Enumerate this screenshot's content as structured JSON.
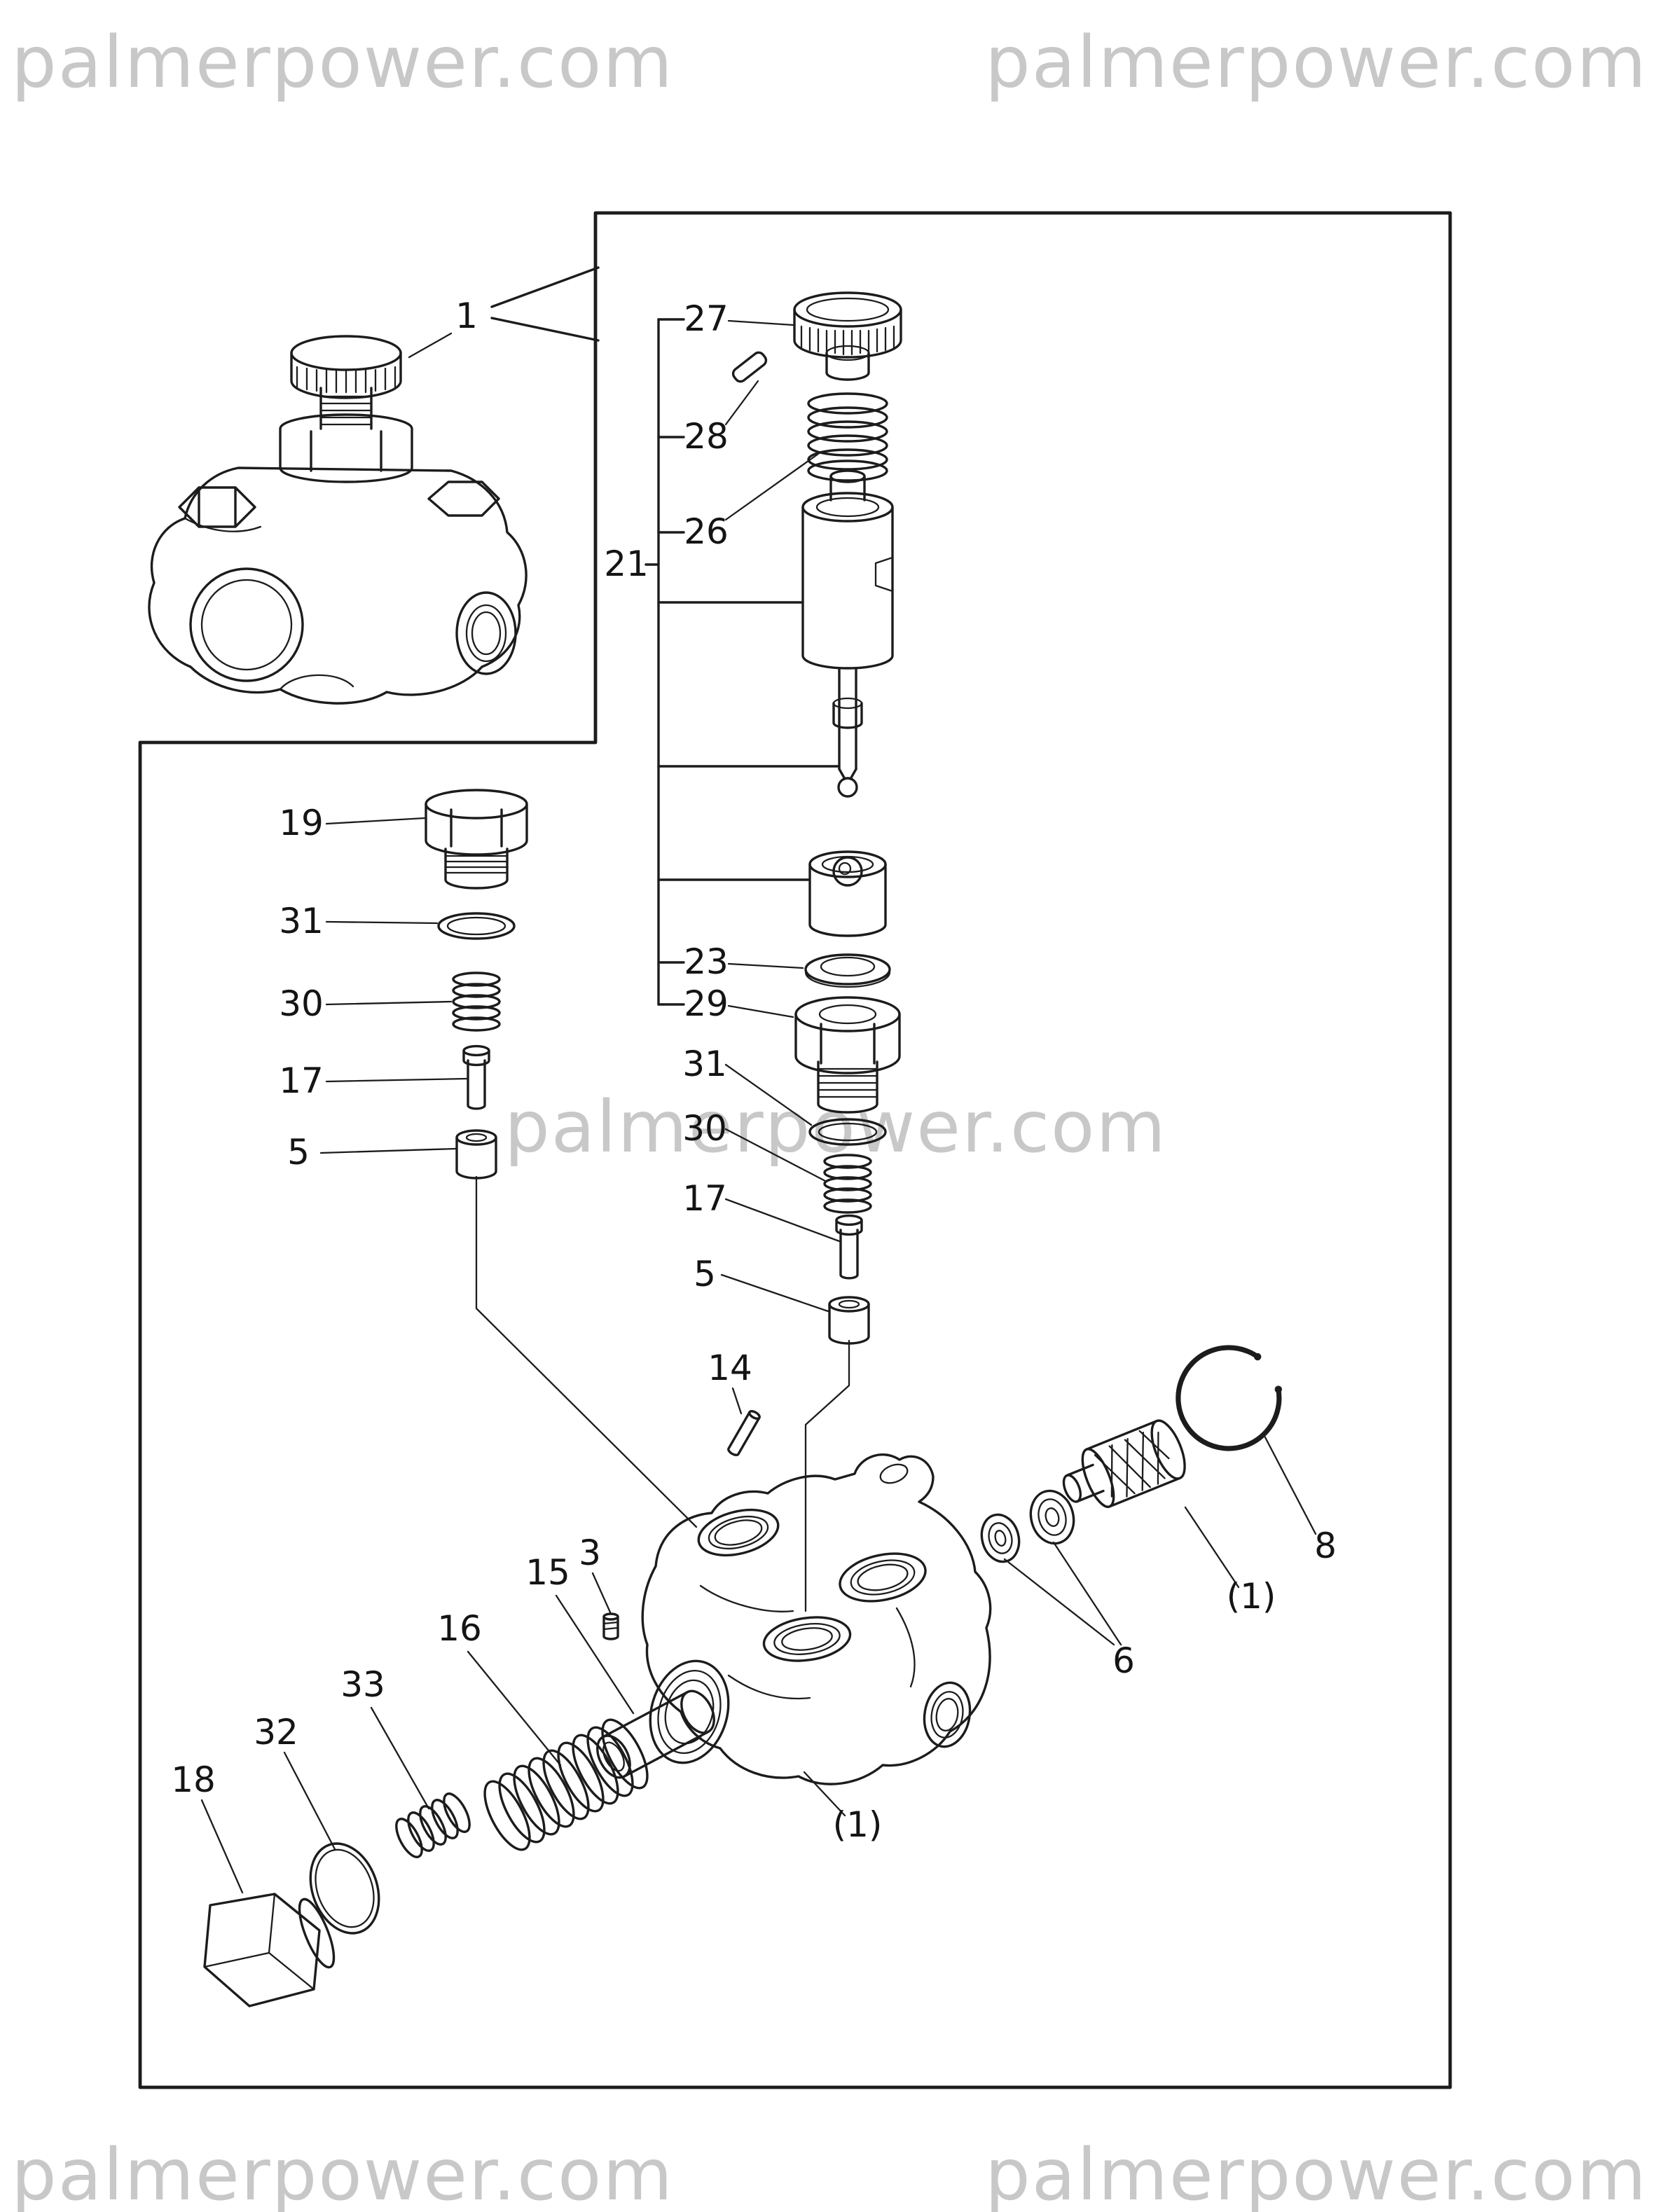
{
  "page": {
    "background": "#ffffff",
    "line_color": "#1c1c1c"
  },
  "watermark": {
    "text": "palmerpower.com",
    "color": "#c8c8c8"
  },
  "callouts": {
    "c1": "1",
    "c27": "27",
    "c28": "28",
    "c26": "26",
    "c21": "21",
    "c19": "19",
    "c31_left": "31",
    "c30_left": "30",
    "c17_left": "17",
    "c5_left": "5",
    "c23": "23",
    "c29": "29",
    "c31_mid": "31",
    "c30_mid": "30",
    "c17_mid": "17",
    "c5_mid": "5",
    "c14": "14",
    "c3": "3",
    "c15": "15",
    "c16": "16",
    "c33": "33",
    "c32": "32",
    "c18": "18",
    "c8": "8",
    "c6": "6",
    "cq1_right": "(1)",
    "cq1_bottom": "(1)"
  }
}
